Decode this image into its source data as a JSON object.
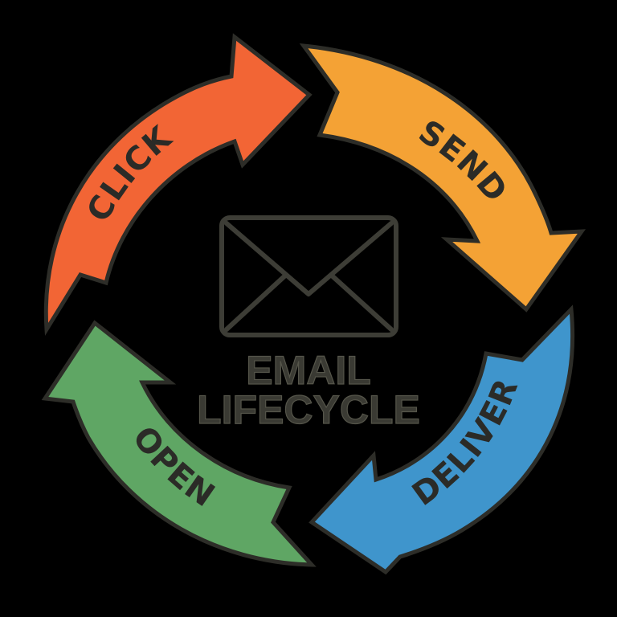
{
  "diagram": {
    "title_line1": "EMAIL",
    "title_line2": "LIFECYCLE",
    "center_icon": "envelope-icon",
    "background": "#000000",
    "stages": [
      {
        "label": "SEND",
        "color": "#F4A235",
        "order": 1
      },
      {
        "label": "DELIVER",
        "color": "#3F95CC",
        "order": 2
      },
      {
        "label": "OPEN",
        "color": "#5FA664",
        "order": 3
      },
      {
        "label": "CLICK",
        "color": "#F26535",
        "order": 4
      }
    ],
    "flow": "clockwise cycle"
  }
}
